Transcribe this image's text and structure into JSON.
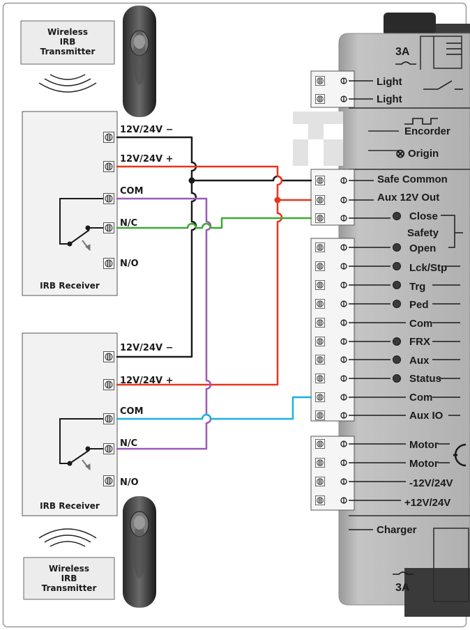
{
  "transmitter_top": {
    "l1": "Wireless",
    "l2": "IRB",
    "l3": "Transmitter"
  },
  "transmitter_bottom": {
    "l1": "Wireless",
    "l2": "IRB",
    "l3": "Transmitter"
  },
  "receiver1": {
    "title": "IRB Receiver",
    "terminals": [
      "12V/24V −",
      "12V/24V +",
      "COM",
      "N/C",
      "N/O"
    ]
  },
  "receiver2": {
    "title": "IRB Receiver",
    "terminals": [
      "12V/24V −",
      "12V/24V +",
      "COM",
      "N/C",
      "N/O"
    ]
  },
  "controller": {
    "fuse_top": "3A",
    "fuse_bottom": "3A",
    "light1": "Light",
    "light2": "Light",
    "encoder": "Encorder",
    "origin": "Origin",
    "origin_symbol": "⊗",
    "safe_common": "Safe Common",
    "aux12v": "Aux 12V Out",
    "close": "Close",
    "safety": "Safety",
    "open": "Open",
    "lckstp": "Lck/Stp",
    "trg": "Trg",
    "ped": "Ped",
    "com1": "Com",
    "frx": "FRX",
    "aux": "Aux",
    "status": "Status",
    "com2": "Com",
    "auxio": "Aux IO",
    "motor1": "Motor",
    "motor2": "Motor",
    "minus": "-12V/24V",
    "plus": "+12V/24V",
    "charger": "Charger"
  },
  "colors": {
    "red": "#e8341c",
    "black": "#1a1a1a",
    "green": "#3aaa35",
    "purple": "#9b59b6",
    "blue": "#1ab0e0",
    "panel_gray": "#b8b8b8",
    "box_gray": "#f2f2f2"
  }
}
